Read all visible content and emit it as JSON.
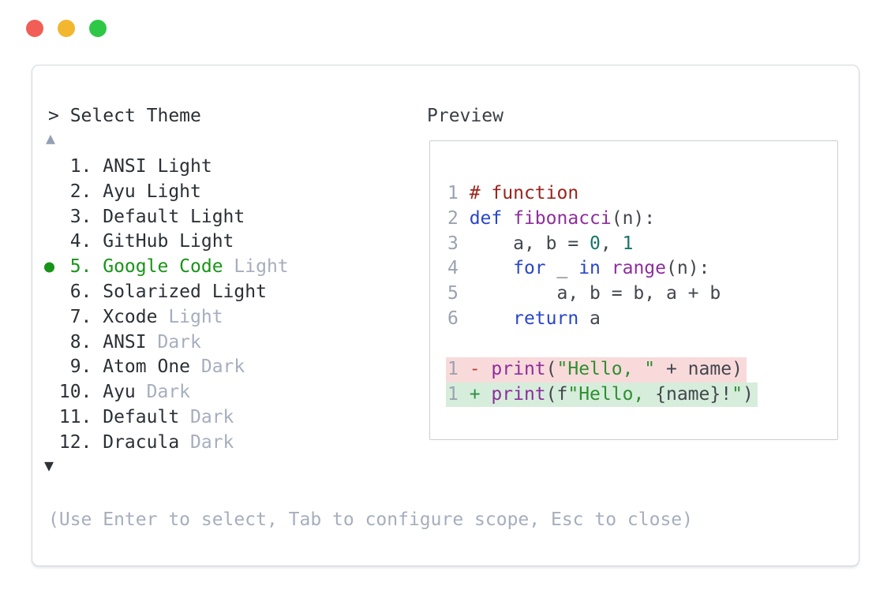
{
  "window": {
    "dots": [
      "close",
      "minimize",
      "maximize"
    ],
    "dot_colors": {
      "close": "#f05e56",
      "minimize": "#f2b72f",
      "maximize": "#2ec846"
    }
  },
  "header": {
    "prompt_symbol": "> ",
    "title": "Select Theme",
    "preview_label": "Preview"
  },
  "theme_list": {
    "scroll_up_icon": "▲",
    "scroll_down_icon": "▼",
    "selected_index": 5,
    "items": [
      {
        "num": "  1.",
        "name": " ANSI Light",
        "suffix": "",
        "selected": false
      },
      {
        "num": "  2.",
        "name": " Ayu Light",
        "suffix": "",
        "selected": false
      },
      {
        "num": "  3.",
        "name": " Default Light",
        "suffix": "",
        "selected": false
      },
      {
        "num": "  4.",
        "name": " GitHub Light",
        "suffix": "",
        "selected": false
      },
      {
        "num": "  5.",
        "name": " Google Code",
        "suffix": " Light",
        "selected": true
      },
      {
        "num": "  6.",
        "name": " Solarized Light",
        "suffix": "",
        "selected": false
      },
      {
        "num": "  7.",
        "name": " Xcode",
        "suffix": " Light",
        "selected": false
      },
      {
        "num": "  8.",
        "name": " ANSI",
        "suffix": " Dark",
        "selected": false
      },
      {
        "num": "  9.",
        "name": " Atom One",
        "suffix": " Dark",
        "selected": false
      },
      {
        "num": " 10.",
        "name": " Ayu",
        "suffix": " Dark",
        "selected": false
      },
      {
        "num": " 11.",
        "name": " Default",
        "suffix": " Dark",
        "selected": false
      },
      {
        "num": " 12.",
        "name": " Dracula",
        "suffix": " Dark",
        "selected": false
      }
    ]
  },
  "preview": {
    "code_lines": [
      {
        "num": "1",
        "tokens": [
          {
            "type": "comment",
            "text": "# function"
          }
        ]
      },
      {
        "num": "2",
        "tokens": [
          {
            "type": "keyword",
            "text": "def"
          },
          {
            "type": "plain",
            "text": " "
          },
          {
            "type": "title",
            "text": "fibonacci"
          },
          {
            "type": "plain",
            "text": "(n):"
          }
        ]
      },
      {
        "num": "3",
        "tokens": [
          {
            "type": "plain",
            "text": "    a, b = "
          },
          {
            "type": "number",
            "text": "0"
          },
          {
            "type": "plain",
            "text": ", "
          },
          {
            "type": "number",
            "text": "1"
          }
        ]
      },
      {
        "num": "4",
        "tokens": [
          {
            "type": "plain",
            "text": "    "
          },
          {
            "type": "keyword",
            "text": "for"
          },
          {
            "type": "plain",
            "text": " _ "
          },
          {
            "type": "keyword",
            "text": "in"
          },
          {
            "type": "plain",
            "text": " "
          },
          {
            "type": "title",
            "text": "range"
          },
          {
            "type": "plain",
            "text": "(n):"
          }
        ]
      },
      {
        "num": "5",
        "tokens": [
          {
            "type": "plain",
            "text": "        a, b = b, a + b"
          }
        ]
      },
      {
        "num": "6",
        "tokens": [
          {
            "type": "plain",
            "text": "    "
          },
          {
            "type": "keyword",
            "text": "return"
          },
          {
            "type": "plain",
            "text": " a"
          }
        ]
      }
    ],
    "diff_lines": [
      {
        "type": "removed",
        "num": "1",
        "sign": "- ",
        "tokens": [
          {
            "type": "title",
            "text": "print"
          },
          {
            "type": "plain",
            "text": "("
          },
          {
            "type": "string",
            "text": "\"Hello, \""
          },
          {
            "type": "plain",
            "text": " + name)"
          }
        ]
      },
      {
        "type": "added",
        "num": "1",
        "sign": "+ ",
        "tokens": [
          {
            "type": "title",
            "text": "print"
          },
          {
            "type": "plain",
            "text": "(f"
          },
          {
            "type": "string",
            "text": "\"Hello, "
          },
          {
            "type": "plain",
            "text": "{name}!"
          },
          {
            "type": "string",
            "text": "\""
          },
          {
            "type": "plain",
            "text": ")"
          }
        ]
      }
    ]
  },
  "footer": {
    "hint": "(Use Enter to select, Tab to configure scope, Esc to close)"
  },
  "colors": {
    "selected_green": "#189418",
    "muted_text": "#a6aebe",
    "dark_text": "#2c3036",
    "comment": "#99241d",
    "keyword": "#2946c8",
    "function_name": "#8e2e9d",
    "number_literal": "#16756a",
    "string_literal": "#2f8f2f",
    "diff_removed_bg": "#f9dadb",
    "diff_added_bg": "#d6eddc",
    "panel_border": "#d4d8e0"
  }
}
